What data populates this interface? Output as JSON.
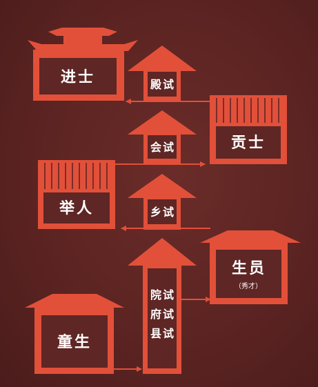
{
  "colors": {
    "background": "#5c2422",
    "accent": "#e2503a",
    "box_fill": "#5e2624",
    "text": "#ffffff"
  },
  "ranks": {
    "jinshi": "进士",
    "gongshi": "贡士",
    "juren": "举人",
    "shengyuan": "生员",
    "shengyuan_note": "（秀才）",
    "tongsheng": "童生"
  },
  "exams": {
    "dianshi": "殿试",
    "huishi": "会试",
    "xiangshi": "乡试",
    "yuanshi": "院试",
    "fushi": "府试",
    "xianshi": "县试"
  }
}
